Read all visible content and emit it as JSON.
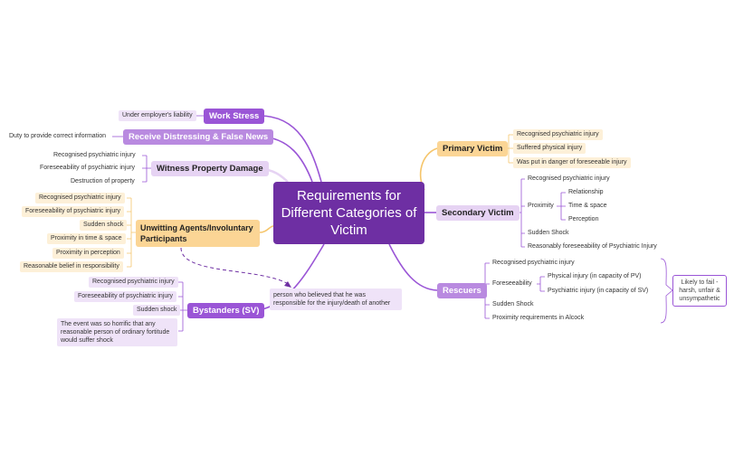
{
  "colors": {
    "central": "#6e2fa3",
    "purple": "#9a55d6",
    "light_purple": "#e6d3f3",
    "orange": "#fbd595",
    "line_purple": "#9a55d6",
    "line_orange": "#f5c56b"
  },
  "central": {
    "text": "Requirements for Different Categories of Victim"
  },
  "work_stress": {
    "title": "Work Stress",
    "items": [
      "Under employer's liability"
    ]
  },
  "receive_news": {
    "title": "Receive Distressing & False News",
    "items": [
      "Duty to provide correct information"
    ]
  },
  "witness_property": {
    "title": "Witness Property Damage",
    "items": [
      "Recognised psychiatric injury",
      "Foreseeability of psychiatric injury",
      "Destruction of property"
    ]
  },
  "unwitting_agents": {
    "title": "Unwitting Agents/Involuntary Participants",
    "items": [
      "Recognised psychiatric injury",
      "Foreseeability of psychiatric injury",
      "Sudden shock",
      "Proximity in time & space",
      "Proximity in perception",
      "Reasonable belief in responsibility"
    ],
    "note": "person who believed that he was responsible for the injury/death of another"
  },
  "bystanders": {
    "title": "Bystanders (SV)",
    "items": [
      "Recognised psychiatric injury",
      "Foreseeability of psychiatric injury",
      "Sudden shock",
      "The event was so horrific that any reasonable person of ordinary fortitude would suffer shock"
    ]
  },
  "primary_victim": {
    "title": "Primary Victim",
    "items": [
      "Recognised psychiatric injury",
      "Suffered physical injury",
      "Was put in danger of foreseeable injury"
    ]
  },
  "secondary_victim": {
    "title": "Secondary Victim",
    "items": [
      "Recognised psychiatric injury",
      "Proximity",
      "Sudden Shock",
      "Reasonably foreseeability of Psychiatric Injury"
    ],
    "proximity_items": [
      "Relationship",
      "Time & space",
      "Perception"
    ]
  },
  "rescuers": {
    "title": "Rescuers",
    "items": [
      "Recognised psychiatric injury",
      "Foreseeability",
      "Sudden Shock",
      "Proximity requirements in Alcock"
    ],
    "foreseeability_items": [
      "Physical injury (in capacity of PV)",
      "Psychiatric injury (in capacity of SV)"
    ],
    "summary": "Likely to fail - harsh, unfair & unsympathetic"
  }
}
